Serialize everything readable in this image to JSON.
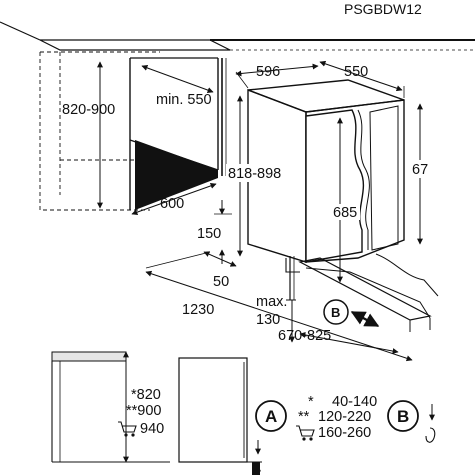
{
  "model_code": "PSGBDW12",
  "dimensions": {
    "niche_height": "820-900",
    "niche_depth_min": "min. 550",
    "niche_width": "600",
    "appliance_width": "596",
    "appliance_depth": "550",
    "appliance_height": "818-898",
    "toe_kick_height": "150",
    "toe_kick_offset": "50",
    "door_height": "685",
    "side_height": "67",
    "open_door_depth": "1230",
    "max_label": "max.",
    "max_value": "130",
    "door_range": "670-825"
  },
  "markers": {
    "a": "A",
    "b": "B"
  },
  "legend": {
    "left_heights": {
      "h1": "*820",
      "h2": "**900",
      "h3": "940"
    },
    "table": [
      {
        "sym": "*",
        "value": "40-140"
      },
      {
        "sym": "**",
        "value": "120-220"
      },
      {
        "sym": "",
        "value": "160-260"
      }
    ]
  }
}
